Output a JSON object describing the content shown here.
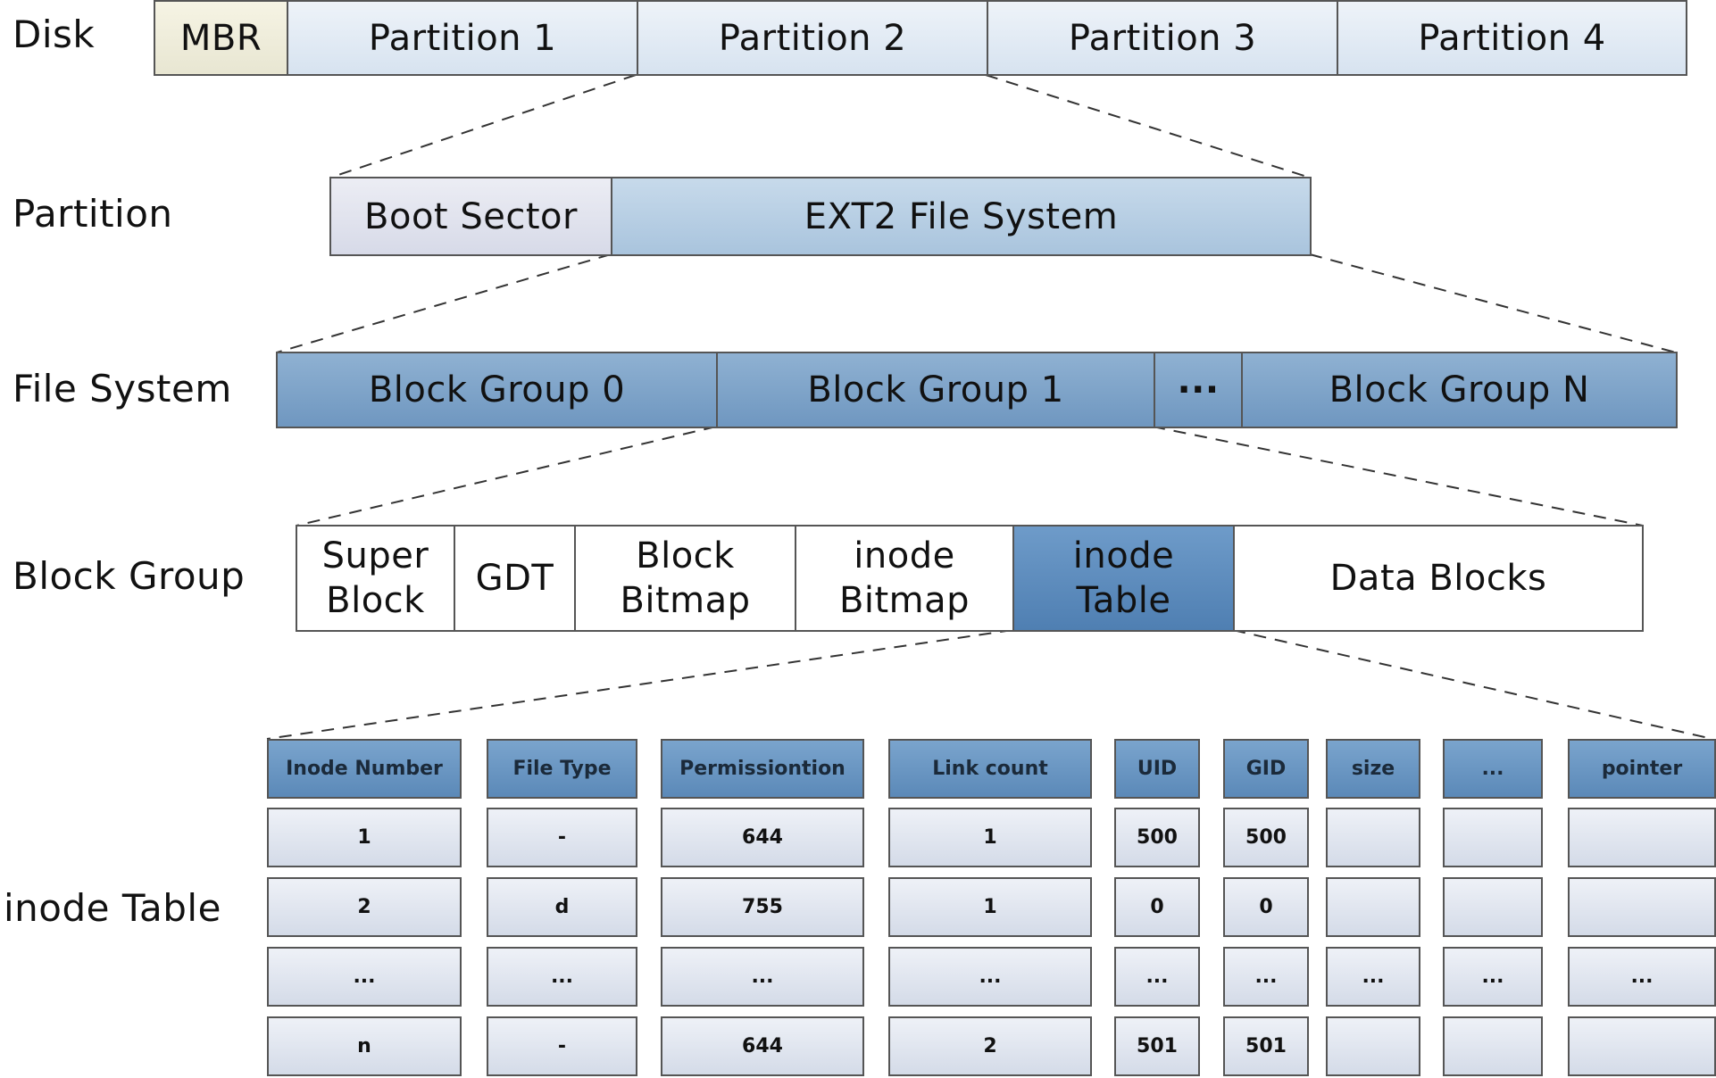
{
  "levels": {
    "disk": "Disk",
    "partition": "Partition",
    "file_system": "File System",
    "block_group": "Block Group",
    "inode_table": "inode Table"
  },
  "disk_row": [
    "MBR",
    "Partition 1",
    "Partition 2",
    "Partition 3",
    "Partition 4"
  ],
  "partition_row": [
    "Boot Sector",
    "EXT2 File System"
  ],
  "fs_row": [
    "Block Group 0",
    "Block Group 1",
    "···",
    "Block Group N"
  ],
  "block_group_row": [
    "Super\nBlock",
    "GDT",
    "Block\nBitmap",
    "inode\nBitmap",
    "inode\nTable",
    "Data Blocks"
  ],
  "inode_table": {
    "headers": [
      "Inode Number",
      "File Type",
      "Permissiontion",
      "Link count",
      "UID",
      "GID",
      "size",
      "...",
      "pointer"
    ],
    "rows": [
      [
        "1",
        "-",
        "644",
        "1",
        "500",
        "500",
        "",
        "",
        ""
      ],
      [
        "2",
        "d",
        "755",
        "1",
        "0",
        "0",
        "",
        "",
        ""
      ],
      [
        "...",
        "...",
        "...",
        "...",
        "...",
        "...",
        "...",
        "...",
        "..."
      ],
      [
        "n",
        "-",
        "644",
        "2",
        "501",
        "501",
        "",
        "",
        ""
      ]
    ]
  },
  "colors": {
    "box_light": "#d7e3f0",
    "box_blue": "#6f97c0",
    "inode_table_highlight": "#4f7fb2",
    "mbr": "#e8e6d2",
    "border": "#555555"
  }
}
